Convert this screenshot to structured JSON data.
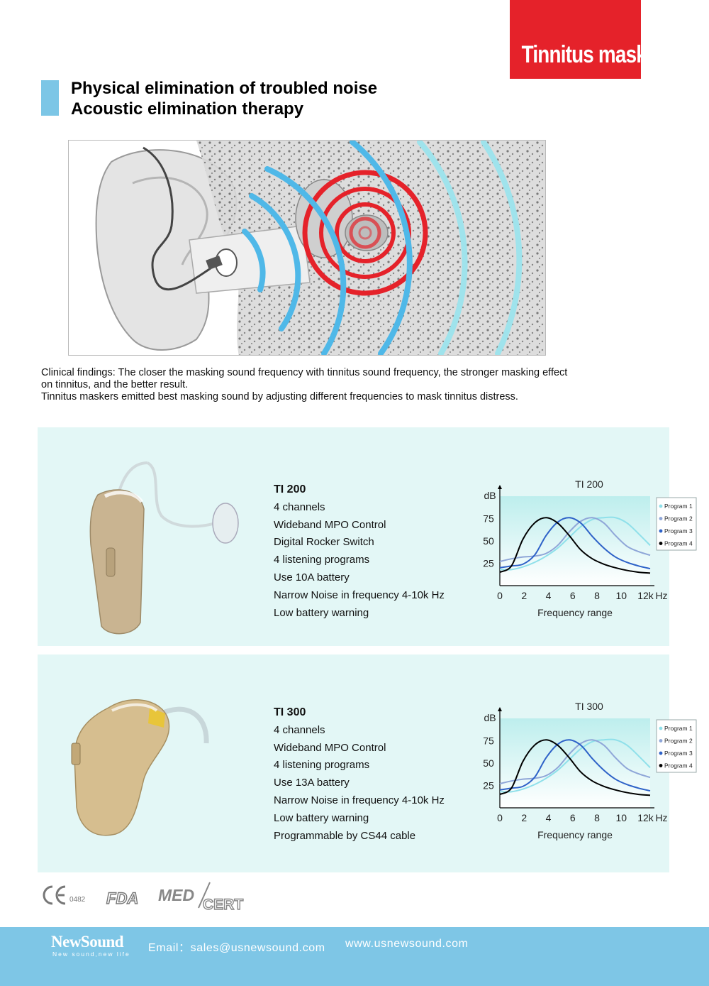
{
  "badge": {
    "text": "Tinnitus masker",
    "color": "#e5222a"
  },
  "heading": {
    "line1": "Physical elimination of troubled noise",
    "line2": "Acoustic elimination therapy"
  },
  "findings": {
    "line1": "Clinical findings: The closer the masking sound frequency with tinnitus sound frequency, the stronger masking effect",
    "line2": "on tinnitus, and the better result.",
    "line3": "Tinnitus maskers emitted best masking sound by adjusting different frequencies to mask tinnitus distress."
  },
  "products": [
    {
      "title": "TI 200",
      "features": [
        "4 channels",
        "Wideband MPO Control",
        "Digital Rocker Switch",
        "4 listening programs",
        "Use 10A battery",
        "Narrow Noise in frequency 4-10k Hz",
        "Low battery warning"
      ]
    },
    {
      "title": "TI 300",
      "features": [
        "4 channels",
        "Wideband MPO Control",
        "4 listening programs",
        "Use 13A battery",
        "Narrow Noise in frequency 4-10k Hz",
        "Low battery warning",
        "Programmable by CS44 cable"
      ]
    }
  ],
  "chart_data": [
    {
      "type": "line",
      "title": "TI 200",
      "xlabel": "Frequency range",
      "ylabel": "dB",
      "xunit": "Hz",
      "x_ticks": [
        "0",
        "2",
        "4",
        "6",
        "8",
        "10",
        "12k"
      ],
      "y_ticks": [
        25,
        50,
        75
      ],
      "xlim": [
        0,
        13
      ],
      "ylim": [
        0,
        100
      ],
      "grid": false,
      "legend_position": "right",
      "series": [
        {
          "name": "Program 1",
          "color": "#8fe0ea",
          "x": [
            0,
            1,
            2,
            3,
            4,
            5,
            6,
            7,
            8,
            9,
            10,
            11,
            12,
            13
          ],
          "y": [
            18,
            18,
            21,
            26,
            33,
            42,
            54,
            66,
            74,
            76,
            76,
            70,
            58,
            45
          ]
        },
        {
          "name": "Program 2",
          "color": "#8fa6d8",
          "x": [
            0,
            1,
            2,
            3,
            4,
            5,
            6,
            7,
            8,
            9,
            10,
            11,
            12,
            13
          ],
          "y": [
            27,
            30,
            32,
            33,
            36,
            45,
            60,
            72,
            76,
            70,
            56,
            44,
            38,
            34
          ]
        },
        {
          "name": "Program 3",
          "color": "#2e62c8",
          "x": [
            0,
            1,
            2,
            3,
            4,
            5,
            6,
            7,
            8,
            9,
            10,
            11,
            12,
            13
          ],
          "y": [
            20,
            22,
            24,
            34,
            56,
            71,
            76,
            70,
            55,
            42,
            32,
            26,
            22,
            19
          ]
        },
        {
          "name": "Program 4",
          "color": "#000000",
          "x": [
            0,
            1,
            2,
            3,
            4,
            5,
            6,
            7,
            8,
            9,
            10,
            11,
            12,
            13
          ],
          "y": [
            15,
            22,
            52,
            70,
            76,
            70,
            56,
            40,
            30,
            24,
            20,
            17,
            15,
            14
          ]
        }
      ]
    },
    {
      "type": "line",
      "title": "TI 300",
      "xlabel": "Frequency range",
      "ylabel": "dB",
      "xunit": "Hz",
      "x_ticks": [
        "0",
        "2",
        "4",
        "6",
        "8",
        "10",
        "12k"
      ],
      "y_ticks": [
        25,
        50,
        75
      ],
      "xlim": [
        0,
        13
      ],
      "ylim": [
        0,
        100
      ],
      "grid": false,
      "legend_position": "right",
      "series": [
        {
          "name": "Program 1",
          "color": "#8fe0ea",
          "x": [
            0,
            1,
            2,
            3,
            4,
            5,
            6,
            7,
            8,
            9,
            10,
            11,
            12,
            13
          ],
          "y": [
            18,
            18,
            21,
            26,
            33,
            42,
            54,
            66,
            74,
            76,
            76,
            70,
            58,
            45
          ]
        },
        {
          "name": "Program 2",
          "color": "#8fa6d8",
          "x": [
            0,
            1,
            2,
            3,
            4,
            5,
            6,
            7,
            8,
            9,
            10,
            11,
            12,
            13
          ],
          "y": [
            27,
            30,
            32,
            33,
            36,
            45,
            60,
            72,
            76,
            70,
            56,
            44,
            38,
            34
          ]
        },
        {
          "name": "Program 3",
          "color": "#2e62c8",
          "x": [
            0,
            1,
            2,
            3,
            4,
            5,
            6,
            7,
            8,
            9,
            10,
            11,
            12,
            13
          ],
          "y": [
            20,
            22,
            24,
            34,
            56,
            71,
            76,
            70,
            55,
            42,
            32,
            26,
            22,
            19
          ]
        },
        {
          "name": "Program 4",
          "color": "#000000",
          "x": [
            0,
            1,
            2,
            3,
            4,
            5,
            6,
            7,
            8,
            9,
            10,
            11,
            12,
            13
          ],
          "y": [
            15,
            22,
            52,
            70,
            76,
            70,
            56,
            40,
            30,
            24,
            20,
            17,
            15,
            14
          ]
        }
      ]
    }
  ],
  "certs": {
    "ce_number": "0482",
    "fda": "FDA",
    "med": "MED",
    "cert": "CERT"
  },
  "footer": {
    "brand": "NewSound",
    "tagline": "New sound,new life",
    "email": "Email：sales@usnewsound.com",
    "website": "www.usnewsound.com"
  },
  "colors": {
    "panel": "#e3f7f6",
    "footer": "#7ec6e6",
    "accent_blue": "#4fb8e8",
    "accent_red": "#e5222a"
  }
}
